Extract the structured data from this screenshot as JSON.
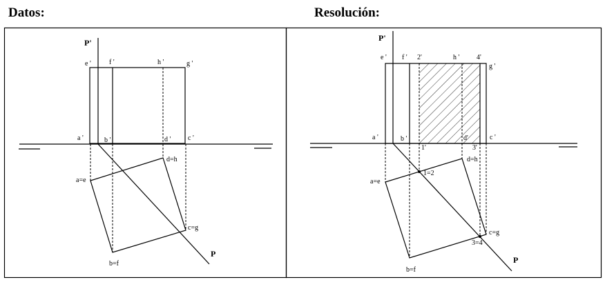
{
  "titles": {
    "given": "Datos:",
    "solution": "Resolución:"
  },
  "given": {
    "labels": {
      "P_prime": "P'",
      "e_prime": "e '",
      "f_prime": "f '",
      "h_prime": "h '",
      "g_prime": "g '",
      "a_prime": "a '",
      "b_prime": "b '",
      "d_prime": "d '",
      "c_prime": "c '",
      "d_h": "d=h",
      "a_e": "a=e",
      "c_g": "c=g",
      "b_f": "b=f",
      "P": "P"
    }
  },
  "solution": {
    "labels": {
      "P_prime": "P'",
      "e_prime": "e '",
      "f_prime": "f '",
      "two_prime": "2'",
      "h_prime": "h '",
      "four_prime": "4'",
      "g_prime": "g '",
      "a_prime": "a '",
      "b_prime": "b '",
      "d_prime": "d'",
      "c_prime": "c '",
      "one_prime": "1'",
      "three_prime": "3'",
      "d_h": "d=h",
      "one_two": "1=2",
      "a_e": "a=e",
      "c_g": "c=g",
      "three_four": "3=4",
      "b_f": "b=f",
      "P": "P"
    }
  }
}
